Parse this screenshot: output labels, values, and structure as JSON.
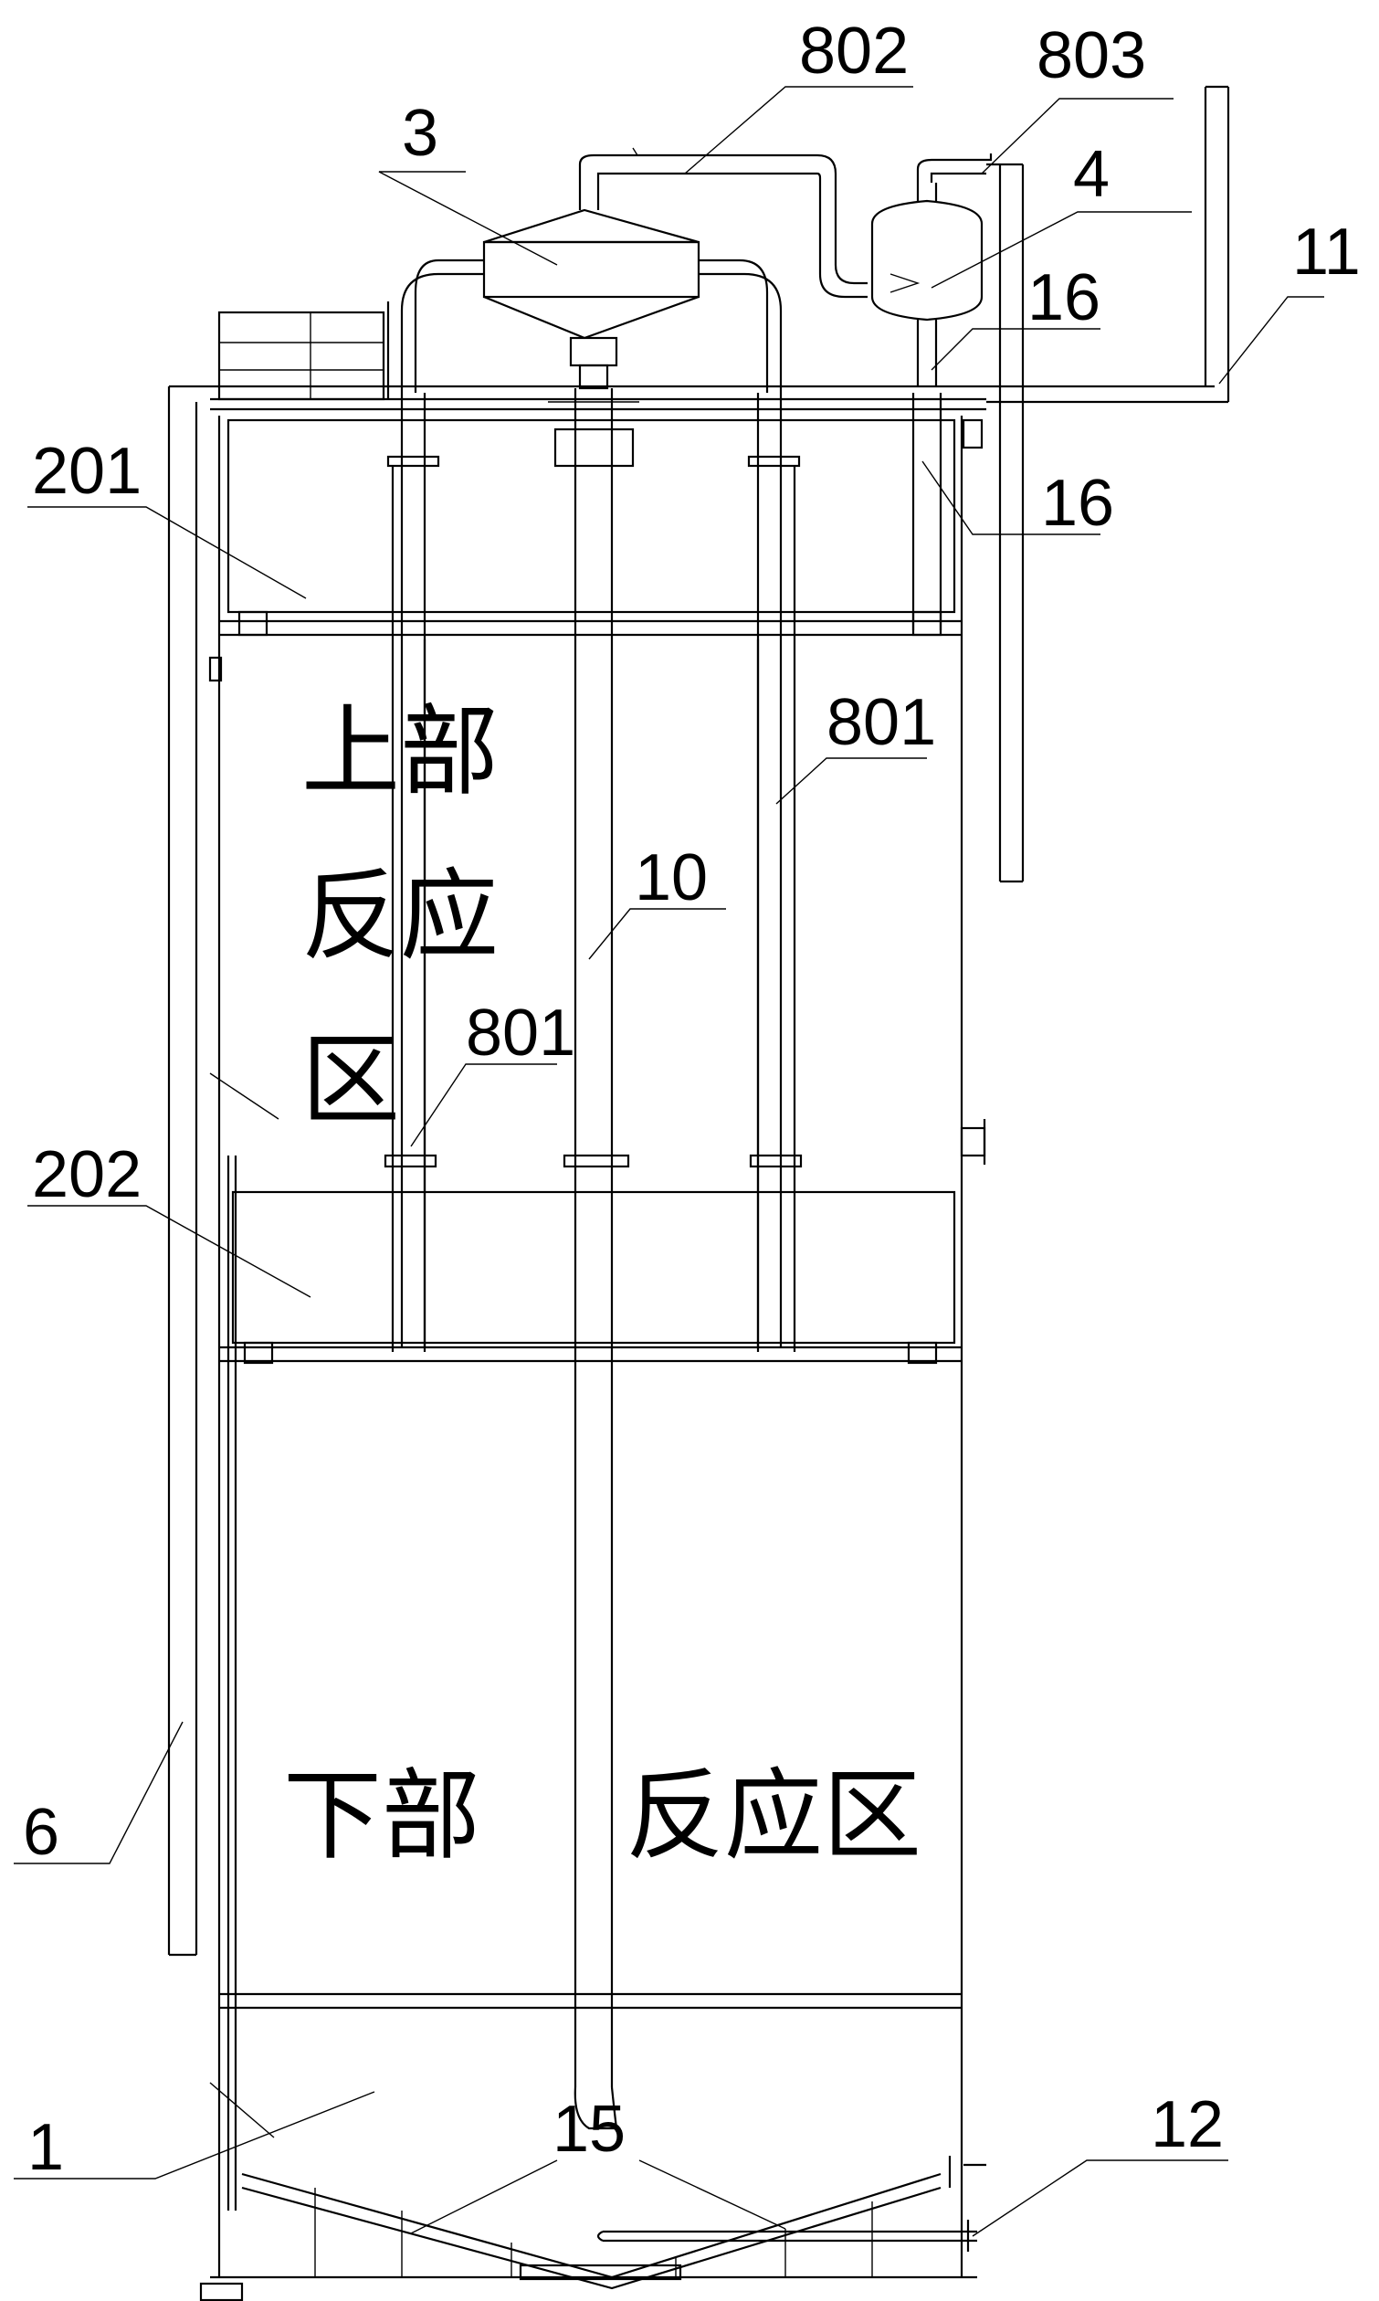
{
  "labels": {
    "l802": "802",
    "l803": "803",
    "l3": "3",
    "l4": "4",
    "l16a": "16",
    "l11": "11",
    "l201": "201",
    "l16b": "16",
    "l801a": "801",
    "l10": "10",
    "l801b": "801",
    "l202": "202",
    "l6": "6",
    "l1": "1",
    "l15": "15",
    "l12": "12"
  },
  "zones": {
    "upper": [
      "上部",
      "反应",
      "区"
    ],
    "lower_left": "下部",
    "lower_right": "反应区"
  }
}
